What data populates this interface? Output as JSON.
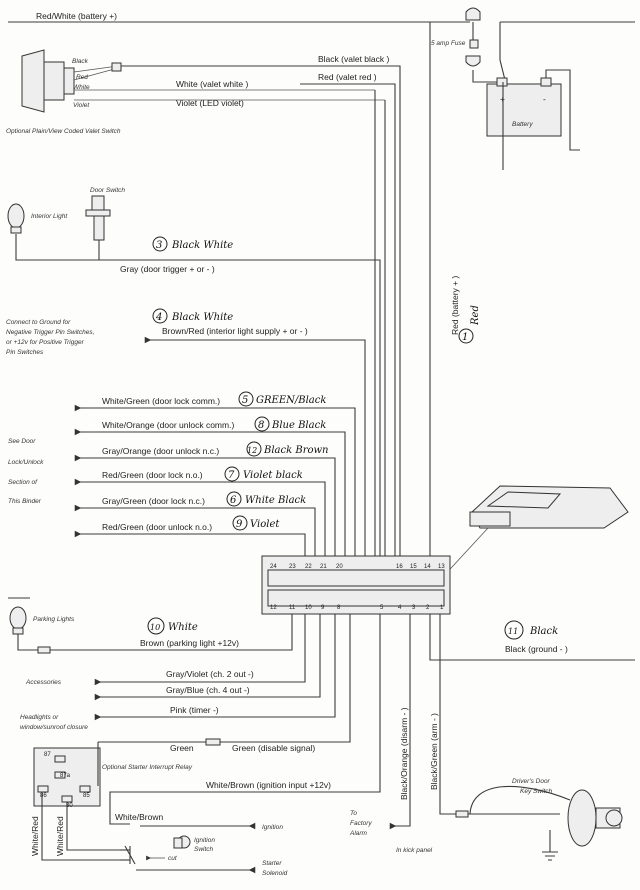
{
  "wires": {
    "red_white_battery": "Red/White  (battery +)",
    "black_valet": "Black  (valet black )",
    "red_valet": "Red  (valet red )",
    "white_valet": "White  (valet white )",
    "violet_led": "Violet  (LED violet)",
    "gray_door_trigger": "Gray  (door trigger + or - )",
    "brown_red_interior": "Brown/Red  (interior light supply + or - )",
    "white_green_lock": "White/Green  (door lock comm.)",
    "white_orange_unlock": "White/Orange  (door unlock comm.)",
    "gray_orange_unlock_nc": "Gray/Orange  (door unlock n.c.)",
    "red_green_lock_no": "Red/Green  (door lock n.o.)",
    "gray_green_lock_nc": "Gray/Green  (door lock n.c.)",
    "red_green_unlock_no": "Red/Green  (door unlock n.o.)",
    "brown_parking": "Brown  (parking light +12v)",
    "black_ground": "Black  (ground - )",
    "gray_violet_ch2": "Gray/Violet  (ch. 2 out -)",
    "gray_blue_ch4": "Gray/Blue  (ch. 4 out -)",
    "pink_timer": "Pink  (timer -)",
    "green": "Green",
    "green_disable": "Green  (disable signal)",
    "white_brown_ignition": "White/Brown  (ignition input +12v)",
    "white_brown": "White/Brown",
    "black_orange_disarm": "Black/Orange  (disarm - )",
    "black_green_arm": "Black/Green  (arm - )",
    "red_battery": "Red  (battery + )",
    "white_red_a": "White/Red",
    "white_red_b": "White/Red",
    "valet_black": "Black",
    "valet_red": "Red",
    "valet_white": "White",
    "valet_violet": "Violet"
  },
  "labels": {
    "valet_switch": "Optional Plain/View Coded Valet Switch",
    "battery": "Battery",
    "fuse": "5 amp Fuse",
    "door_switch": "Door Switch",
    "interior_light": "Interior Light",
    "ground_note": [
      "Connect to Ground for",
      "Negative Trigger Pin Switches,",
      "or +12v for Positive Trigger",
      "Pin Switches"
    ],
    "see_door": [
      "See Door",
      "Lock/Unlock",
      "Section of",
      "This Binder"
    ],
    "parking_lights": "Parking Lights",
    "accessories": "Accessories",
    "headlights": [
      "Headlights or",
      "window/sunroof closure"
    ],
    "relay": "Optional Starter Interrupt Relay",
    "ignition": "Ignition",
    "ignition_switch": [
      "Ignition",
      "Switch"
    ],
    "cut": "cut",
    "starter_solenoid": [
      "Starter",
      "Solenoid"
    ],
    "factory_alarm": [
      "To",
      "Factory",
      "Alarm"
    ],
    "kick_panel": "In kick panel",
    "drivers_door": [
      "Driver's Door",
      "Key Switch"
    ],
    "plus": "+",
    "minus": "-"
  },
  "relay_pins": [
    "87",
    "87a",
    "86",
    "30",
    "85"
  ],
  "connector": {
    "top_pins": [
      "24",
      "23",
      "22",
      "21",
      "20",
      "16",
      "15",
      "14",
      "13"
    ],
    "bottom_pins": [
      "12",
      "11",
      "10",
      "9",
      "8",
      "5",
      "4",
      "3",
      "2",
      "1"
    ]
  },
  "handwritten": {
    "n3": "3",
    "t3": "Black White",
    "n4": "4",
    "t4": "Black White",
    "n1": "1",
    "t1": "Red",
    "n5": "5",
    "t5": "GREEN/Black",
    "n8": "8",
    "t8": "Blue Black",
    "n12": "12",
    "t12": "Black Brown",
    "n7": "7",
    "t7": "Violet black",
    "n6": "6",
    "t6": "White Black",
    "n9": "9",
    "t9": "Violet",
    "n10": "10",
    "t10": "White",
    "n11": "11",
    "t11": "Black"
  }
}
